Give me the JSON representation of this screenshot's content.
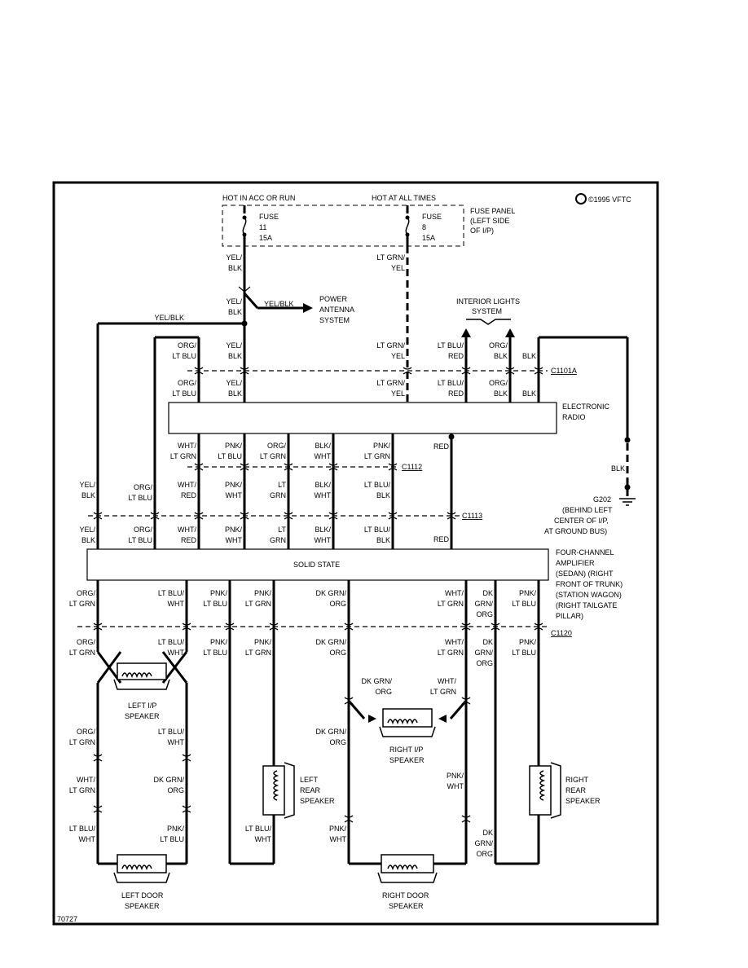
{
  "copyright": "©1995 VFTC",
  "figure_number": "70727",
  "fuse_panel": {
    "hot_acc": "HOT IN ACC OR RUN",
    "hot_all": "HOT AT ALL TIMES",
    "fuse11": [
      "FUSE",
      "11",
      "15A"
    ],
    "fuse8": [
      "FUSE",
      "8",
      "15A"
    ],
    "label": [
      "FUSE PANEL",
      "(LEFT SIDE",
      "OF I/P)"
    ]
  },
  "power_antenna": [
    "POWER",
    "ANTENNA",
    "SYSTEM"
  ],
  "interior_lights": [
    "INTERIOR LIGHTS",
    "SYSTEM"
  ],
  "radio": [
    "ELECTRONIC",
    "RADIO"
  ],
  "ground": [
    "G202",
    "(BEHIND LEFT",
    "CENTER OF I/P,",
    "AT GROUND BUS)"
  ],
  "amplifier": {
    "box_label": "SOLID STATE",
    "desc": [
      "FOUR-CHANNEL",
      "AMPLIFIER",
      "(SEDAN)      (RIGHT",
      "FRONT OF TRUNK)",
      "(STATION WAGON)",
      "(RIGHT TAILGATE",
      "PILLAR)"
    ]
  },
  "connectors": {
    "c1101a": "C1101A",
    "c1112": "C1112",
    "c1113": "C1113",
    "c1120": "C1120"
  },
  "speakers": {
    "left_ip": [
      "LEFT I/P",
      "SPEAKER"
    ],
    "right_ip": [
      "RIGHT I/P",
      "SPEAKER"
    ],
    "left_rear": [
      "LEFT",
      "REAR",
      "SPEAKER"
    ],
    "right_rear": [
      "RIGHT",
      "REAR",
      "SPEAKER"
    ],
    "left_door": [
      "LEFT DOOR",
      "SPEAKER"
    ],
    "right_door": [
      "RIGHT DOOR",
      "SPEAKER"
    ]
  },
  "wire_labels": [
    {
      "id": "w1",
      "text": [
        "YEL/",
        "BLK"
      ]
    },
    {
      "id": "w2",
      "text": [
        "LT GRN/",
        "YEL"
      ]
    },
    {
      "id": "w3",
      "text": [
        "YEL/",
        "BLK"
      ]
    },
    {
      "id": "w4",
      "text": [
        "YEL/BLK"
      ]
    },
    {
      "id": "w5",
      "text": [
        "YEL/BLK"
      ]
    },
    {
      "id": "w6",
      "text": [
        "ORG/",
        "LT BLU"
      ]
    },
    {
      "id": "w7",
      "text": [
        "YEL/",
        "BLK"
      ]
    },
    {
      "id": "w8",
      "text": [
        "LT GRN/",
        "YEL"
      ]
    },
    {
      "id": "w9",
      "text": [
        "LT BLU/",
        "RED"
      ]
    },
    {
      "id": "w10",
      "text": [
        "ORG/",
        "BLK"
      ]
    },
    {
      "id": "w11",
      "text": [
        "BLK"
      ]
    },
    {
      "id": "w12",
      "text": [
        "ORG/",
        "LT BLU"
      ]
    },
    {
      "id": "w13",
      "text": [
        "YEL/",
        "BLK"
      ]
    },
    {
      "id": "w14",
      "text": [
        "LT GRN/",
        "YEL"
      ]
    },
    {
      "id": "w15",
      "text": [
        "LT BLU/",
        "RED"
      ]
    },
    {
      "id": "w16",
      "text": [
        "ORG/",
        "BLK"
      ]
    },
    {
      "id": "w17",
      "text": [
        "BLK"
      ]
    },
    {
      "id": "w18",
      "text": [
        "WHT/",
        "LT GRN"
      ]
    },
    {
      "id": "w19",
      "text": [
        "PNK/",
        "LT BLU"
      ]
    },
    {
      "id": "w20",
      "text": [
        "ORG/",
        "LT GRN"
      ]
    },
    {
      "id": "w21",
      "text": [
        "BLK/",
        "WHT"
      ]
    },
    {
      "id": "w22",
      "text": [
        "PNK/",
        "LT GRN"
      ]
    },
    {
      "id": "w23",
      "text": [
        "RED"
      ]
    },
    {
      "id": "w24",
      "text": [
        "BLK"
      ]
    },
    {
      "id": "w25",
      "text": [
        "YEL/",
        "BLK"
      ]
    },
    {
      "id": "w26",
      "text": [
        "ORG/",
        "LT BLU"
      ]
    },
    {
      "id": "w27",
      "text": [
        "WHT/",
        "RED"
      ]
    },
    {
      "id": "w28",
      "text": [
        "PNK/",
        "WHT"
      ]
    },
    {
      "id": "w29",
      "text": [
        "LT",
        "GRN"
      ]
    },
    {
      "id": "w30",
      "text": [
        "BLK/",
        "WHT"
      ]
    },
    {
      "id": "w31",
      "text": [
        "LT BLU/",
        "BLK"
      ]
    },
    {
      "id": "w32",
      "text": [
        "YEL/",
        "BLK"
      ]
    },
    {
      "id": "w33",
      "text": [
        "ORG/",
        "LT BLU"
      ]
    },
    {
      "id": "w34",
      "text": [
        "WHT/",
        "RED"
      ]
    },
    {
      "id": "w35",
      "text": [
        "PNK/",
        "WHT"
      ]
    },
    {
      "id": "w36",
      "text": [
        "LT",
        "GRN"
      ]
    },
    {
      "id": "w37",
      "text": [
        "BLK/",
        "WHT"
      ]
    },
    {
      "id": "w38",
      "text": [
        "LT BLU/",
        "BLK"
      ]
    },
    {
      "id": "w39",
      "text": [
        "RED"
      ]
    },
    {
      "id": "w40",
      "text": [
        "ORG/",
        "LT GRN"
      ]
    },
    {
      "id": "w41",
      "text": [
        "LT BLU/",
        "WHT"
      ]
    },
    {
      "id": "w42",
      "text": [
        "PNK/",
        "LT BLU"
      ]
    },
    {
      "id": "w43",
      "text": [
        "PNK/",
        "LT GRN"
      ]
    },
    {
      "id": "w44",
      "text": [
        "DK GRN/",
        "ORG"
      ]
    },
    {
      "id": "w45",
      "text": [
        "WHT/",
        "LT GRN"
      ]
    },
    {
      "id": "w46",
      "text": [
        "DK",
        "GRN/",
        "ORG"
      ]
    },
    {
      "id": "w47",
      "text": [
        "PNK/",
        "LT BLU"
      ]
    },
    {
      "id": "w48",
      "text": [
        "ORG/",
        "LT GRN"
      ]
    },
    {
      "id": "w49",
      "text": [
        "LT BLU/",
        "WHT"
      ]
    },
    {
      "id": "w50",
      "text": [
        "PNK/",
        "LT BLU"
      ]
    },
    {
      "id": "w51",
      "text": [
        "PNK/",
        "LT GRN"
      ]
    },
    {
      "id": "w52",
      "text": [
        "DK GRN/",
        "ORG"
      ]
    },
    {
      "id": "w53",
      "text": [
        "WHT/",
        "LT GRN"
      ]
    },
    {
      "id": "w54",
      "text": [
        "DK",
        "GRN/",
        "ORG"
      ]
    },
    {
      "id": "w55",
      "text": [
        "PNK/",
        "LT BLU"
      ]
    },
    {
      "id": "w56",
      "text": [
        "DK GRN/",
        "ORG"
      ]
    },
    {
      "id": "w57",
      "text": [
        "WHT/",
        "LT GRN"
      ]
    },
    {
      "id": "w58",
      "text": [
        "ORG/",
        "LT GRN"
      ]
    },
    {
      "id": "w59",
      "text": [
        "LT BLU/",
        "WHT"
      ]
    },
    {
      "id": "w60",
      "text": [
        "DK GRN/",
        "ORG"
      ]
    },
    {
      "id": "w61",
      "text": [
        "WHT/",
        "LT GRN"
      ]
    },
    {
      "id": "w62",
      "text": [
        "DK GRN/",
        "ORG"
      ]
    },
    {
      "id": "w63",
      "text": [
        "PNK/",
        "WHT"
      ]
    },
    {
      "id": "w64",
      "text": [
        "LT BLU/",
        "WHT"
      ]
    },
    {
      "id": "w65",
      "text": [
        "PNK/",
        "LT BLU"
      ]
    },
    {
      "id": "w66",
      "text": [
        "LT BLU/",
        "WHT"
      ]
    },
    {
      "id": "w67",
      "text": [
        "PNK/",
        "WHT"
      ]
    },
    {
      "id": "w68",
      "text": [
        "DK",
        "GRN/",
        "ORG"
      ]
    }
  ]
}
